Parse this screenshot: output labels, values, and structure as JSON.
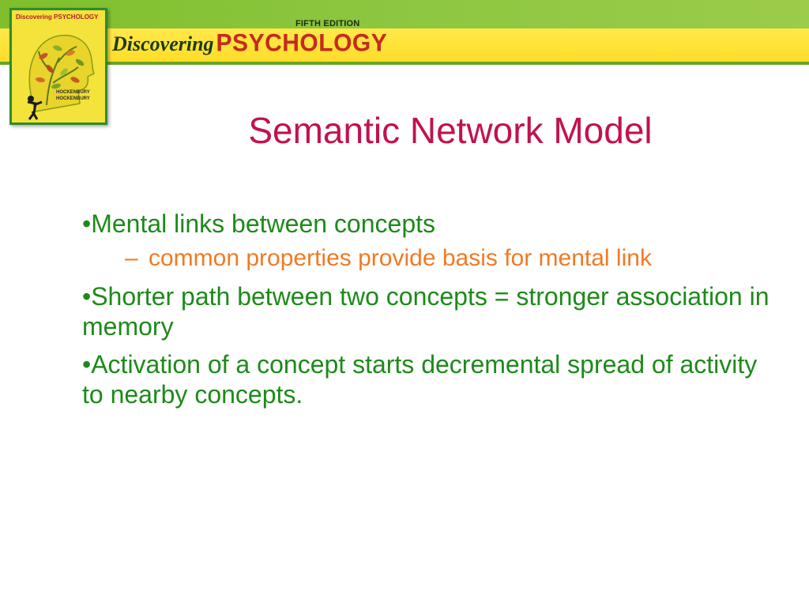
{
  "header": {
    "edition": "FIFTH EDITION",
    "brand_word1": "Discovering",
    "brand_word2": "PSYCHOLOGY"
  },
  "cover": {
    "title": "Discovering PSYCHOLOGY",
    "author1": "HOCKENBURY",
    "author2": "HOCKENBURY"
  },
  "slide": {
    "title": "Semantic Network Model",
    "bullets": [
      {
        "level": 1,
        "text": "•Mental links between concepts"
      },
      {
        "level": 2,
        "marker": "–",
        "text": "common properties provide basis for mental link"
      },
      {
        "level": 1,
        "text": "•Shorter path between two concepts = stronger association in memory"
      },
      {
        "level": 1,
        "text": "•Activation of a concept starts decremental spread of activity to nearby concepts."
      }
    ]
  },
  "colors": {
    "title": "#c1124e",
    "level1": "#1d8a1a",
    "level2": "#f07a25",
    "band_green": "#8cc63f",
    "band_yellow": "#ffe03a"
  }
}
